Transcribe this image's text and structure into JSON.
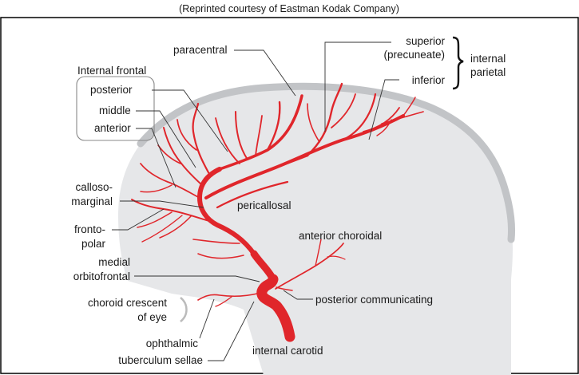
{
  "credit": "(Reprinted courtesy of Eastman Kodak Company)",
  "labels": {
    "paracentral": "paracentral",
    "superior_line1": "superior",
    "superior_line2": "(precuneate)",
    "internal_parietal_line1": "internal",
    "internal_parietal_line2": "parietal",
    "inferior": "inferior",
    "internal_frontal": "Internal frontal",
    "posterior": "posterior",
    "middle": "middle",
    "anterior": "anterior",
    "callosomarginal_line1": "calloso-",
    "callosomarginal_line2": "marginal",
    "pericallosal": "pericallosal",
    "frontopolar_line1": "fronto-",
    "frontopolar_line2": "polar",
    "anterior_choroidal": "anterior choroidal",
    "medial_orbitofrontal_line1": "medial",
    "medial_orbitofrontal_line2": "orbitofrontal",
    "posterior_communicating": "posterior communicating",
    "choroid_crescent_line1": "choroid crescent",
    "choroid_crescent_line2": "of eye",
    "ophthalmic": "ophthalmic",
    "tuberculum_sellae": "tuberculum sellae",
    "internal_carotid": "internal carotid"
  },
  "colors": {
    "artery": "#e0262b",
    "brain_fill": "#e6e7e9",
    "brain_rim": "#c2c4c7",
    "frame": "#000000",
    "text": "#1a1a1a"
  }
}
